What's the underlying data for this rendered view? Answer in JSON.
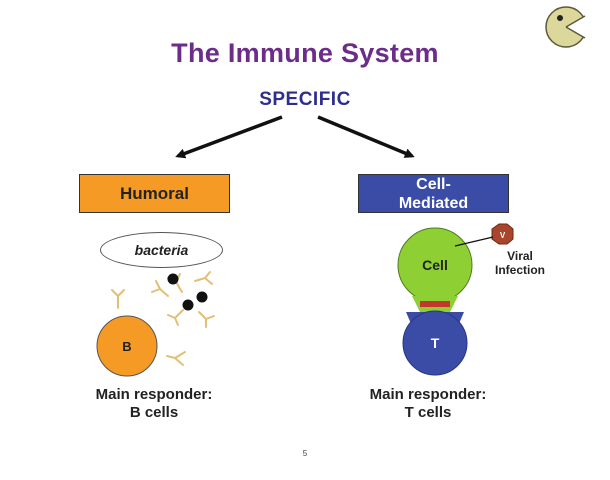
{
  "title": "The Immune System",
  "root": "SPECIFIC",
  "branches": {
    "humoral": {
      "label": "Humoral",
      "antigen": "bacteria",
      "cell_label": "B",
      "caption_line1": "Main responder:",
      "caption_line2": "B cells"
    },
    "cell_mediated": {
      "label_line1": "Cell-",
      "label_line2": "Mediated",
      "cell_top_label": "Cell",
      "virus_label": "V",
      "viral_line1": "Viral",
      "viral_line2": "Infection",
      "cell_bottom_label": "T",
      "caption_line1": "Main responder:",
      "caption_line2": "T cells"
    }
  },
  "page_number": "5",
  "corner_icon": "pacman-icon",
  "colors": {
    "title": "#6b2c8a",
    "root": "#2e2e8c",
    "humoral_box": "#f59a25",
    "cell_mediated_box": "#3a4ca6",
    "b_cell": "#f59a25",
    "infected_cell": "#8ecf34",
    "t_cell": "#3a4ca6",
    "virus": "#a8452a",
    "antibody": "#e6c37a"
  }
}
